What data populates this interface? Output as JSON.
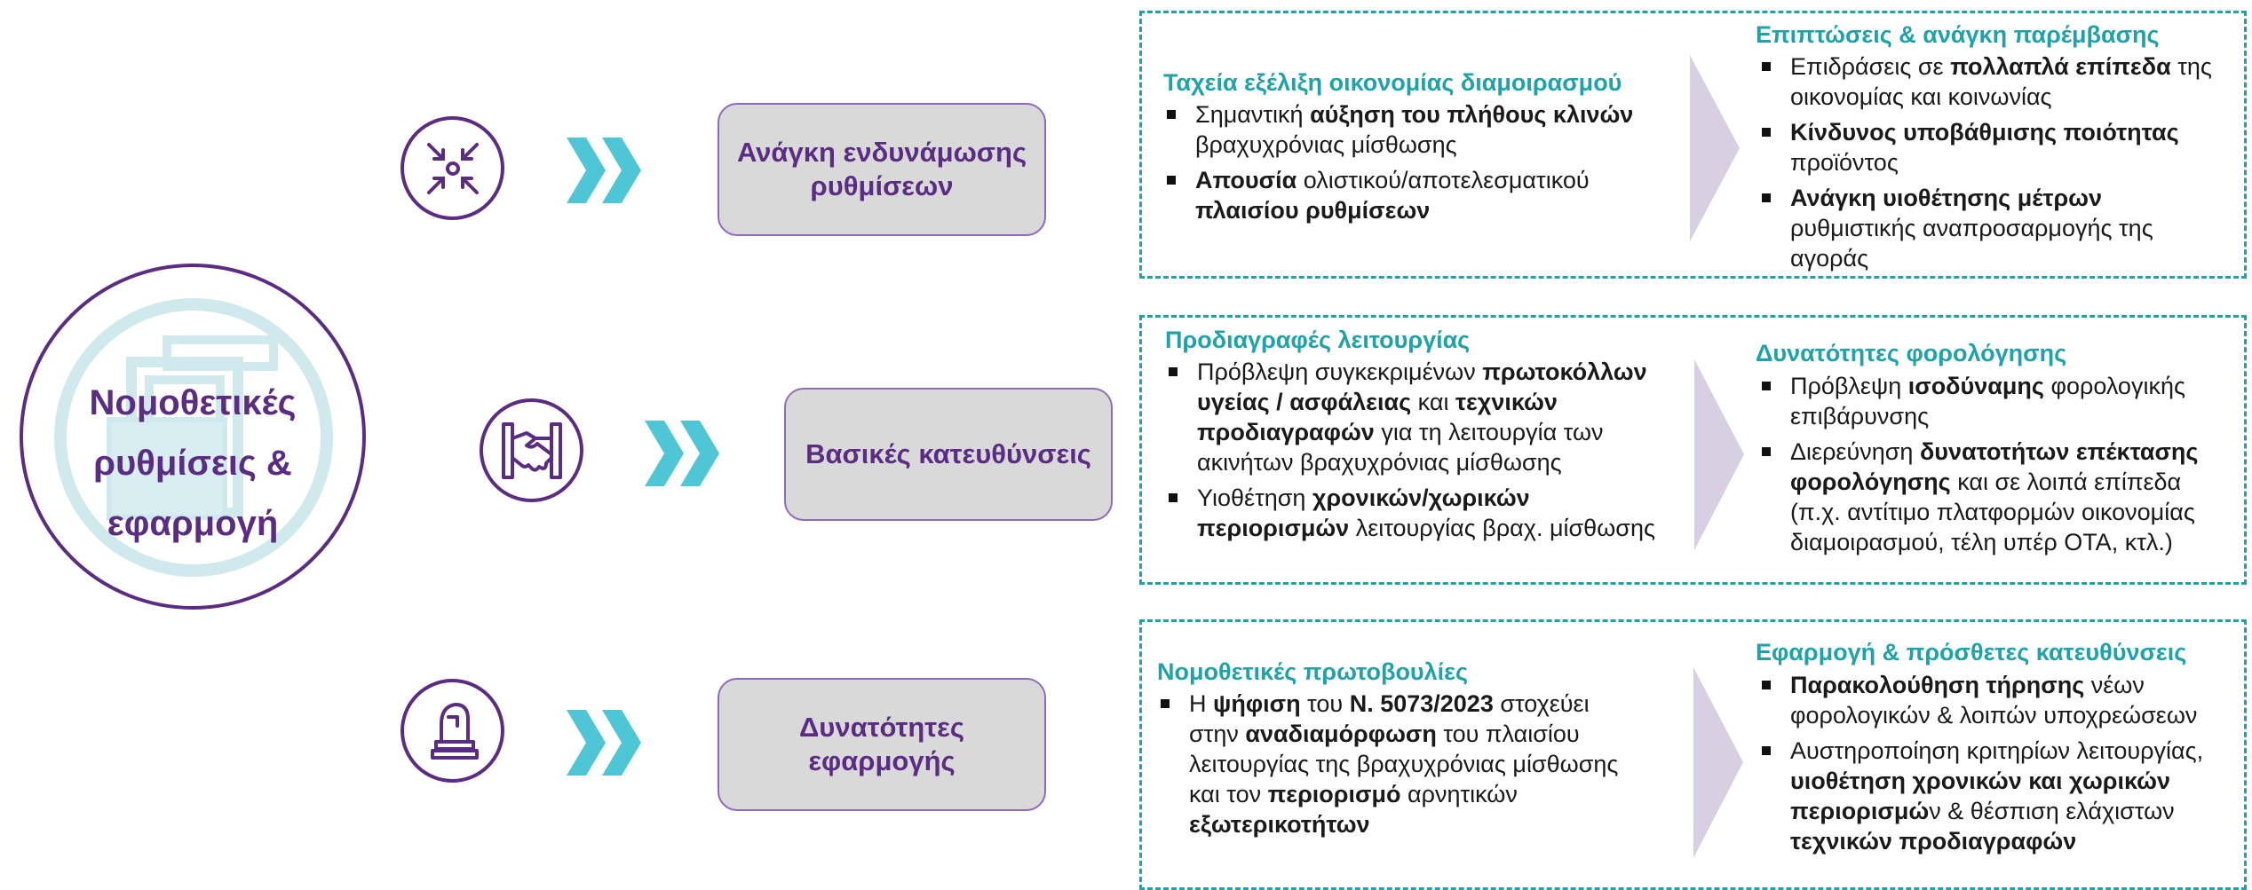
{
  "main": {
    "title_lines": [
      "Νομοθετικές",
      "ρυθμίσεις &",
      "εφαρμογή"
    ]
  },
  "colors": {
    "purple": "#5b2c83",
    "teal": "#1fa3aa",
    "chevron": "#4fc6d6",
    "arrow": "#d8cfe3",
    "box_gray": "#d9d9d9"
  },
  "rows": [
    {
      "icon": "compress-arrows-icon",
      "box_lines": [
        "Ανάγκη ενδυνάμωσης",
        "ρυθμίσεων"
      ],
      "left": {
        "heading": "Ταχεία εξέλιξη οικονομίας διαμοιρασμού",
        "items": [
          [
            [
              "Σημαντική ",
              false
            ],
            [
              "αύξηση του πλήθους κλινών",
              true
            ],
            [
              " βραχυχρόνιας μίσθωσης",
              false
            ]
          ],
          [
            [
              "Απουσία",
              true
            ],
            [
              " ολιστικού/αποτελεσματικού ",
              false
            ],
            [
              "πλαισίου ρυθμίσεων",
              true
            ]
          ]
        ]
      },
      "right": {
        "heading": "Επιπτώσεις & ανάγκη παρέμβασης",
        "items": [
          [
            [
              "Επιδράσεις σε ",
              false
            ],
            [
              "πολλαπλά επίπεδα",
              true
            ],
            [
              " της οικονομίας και κοινωνίας",
              false
            ]
          ],
          [
            [
              "Κίνδυνος υποβάθμισης ποιότητας",
              true
            ],
            [
              " προϊόντος",
              false
            ]
          ],
          [
            [
              "Ανάγκη υιοθέτησης μέτρων",
              true
            ],
            [
              " ρυθμιστικής αναπροσαρμογής της αγοράς",
              false
            ]
          ]
        ]
      }
    },
    {
      "icon": "handshake-icon",
      "box_lines": [
        "Βασικές κατευθύνσεις"
      ],
      "left": {
        "heading": "Προδιαγραφές λειτουργίας",
        "items": [
          [
            [
              "Πρόβλεψη συγκεκριμένων ",
              false
            ],
            [
              "πρωτοκόλλων υγείας / ασφάλειας",
              true
            ],
            [
              " και ",
              false
            ],
            [
              "τεχνικών προδιαγραφών",
              true
            ],
            [
              " για τη λειτουργία των ακινήτων βραχυχρόνιας μίσθωσης",
              false
            ]
          ],
          [
            [
              "Υιοθέτηση ",
              false
            ],
            [
              "χρονικών/χωρικών περιορισμών",
              true
            ],
            [
              " λειτουργίας βραχ. μίσθωσης",
              false
            ]
          ]
        ]
      },
      "right": {
        "heading": "Δυνατότητες φορολόγησης",
        "items": [
          [
            [
              "Πρόβλεψη ",
              false
            ],
            [
              "ισοδύναμης",
              true
            ],
            [
              " φορολογικής επιβάρυνσης",
              false
            ]
          ],
          [
            [
              "Διερεύνηση ",
              false
            ],
            [
              "δυνατοτήτων επέκτασης φορολόγησης",
              true
            ],
            [
              " και σε λοιπά επίπεδα (π.χ. αντίτιμο πλατφορμών οικονομίας διαμοιρασμού, τέλη υπέρ ΟΤΑ, κτλ.)",
              false
            ]
          ]
        ]
      }
    },
    {
      "icon": "chess-knight-icon",
      "box_lines": [
        "Δυνατότητες",
        "εφαρμογής"
      ],
      "left": {
        "heading": "Νομοθετικές πρωτοβουλίες",
        "items": [
          [
            [
              "Η ",
              false
            ],
            [
              "ψήφιση",
              true
            ],
            [
              " του ",
              false
            ],
            [
              "Ν. 5073/2023",
              true
            ],
            [
              " στοχεύει στην ",
              false
            ],
            [
              "αναδιαμόρφωση",
              true
            ],
            [
              " του πλαισίου λειτουργίας της βραχυχρόνιας μίσθωσης και τον ",
              false
            ],
            [
              "περιορισμό",
              true
            ],
            [
              " αρνητικών ",
              false
            ],
            [
              "εξωτερικοτήτων",
              true
            ]
          ]
        ]
      },
      "right": {
        "heading": "Εφαρμογή & πρόσθετες κατευθύνσεις",
        "items": [
          [
            [
              "Παρακολούθηση τήρησης",
              true
            ],
            [
              " νέων φορολογικών & λοιπών υποχρεώσεων",
              false
            ]
          ],
          [
            [
              "Αυστηροποίηση κριτηρίων λειτουργίας, ",
              false
            ],
            [
              "υιοθέτηση χρονικών και χωρικών περιορισμώ",
              true
            ],
            [
              "ν & θέσπιση ελάχιστων ",
              false
            ],
            [
              "τεχνικών προδιαγραφών",
              true
            ]
          ]
        ]
      }
    }
  ]
}
